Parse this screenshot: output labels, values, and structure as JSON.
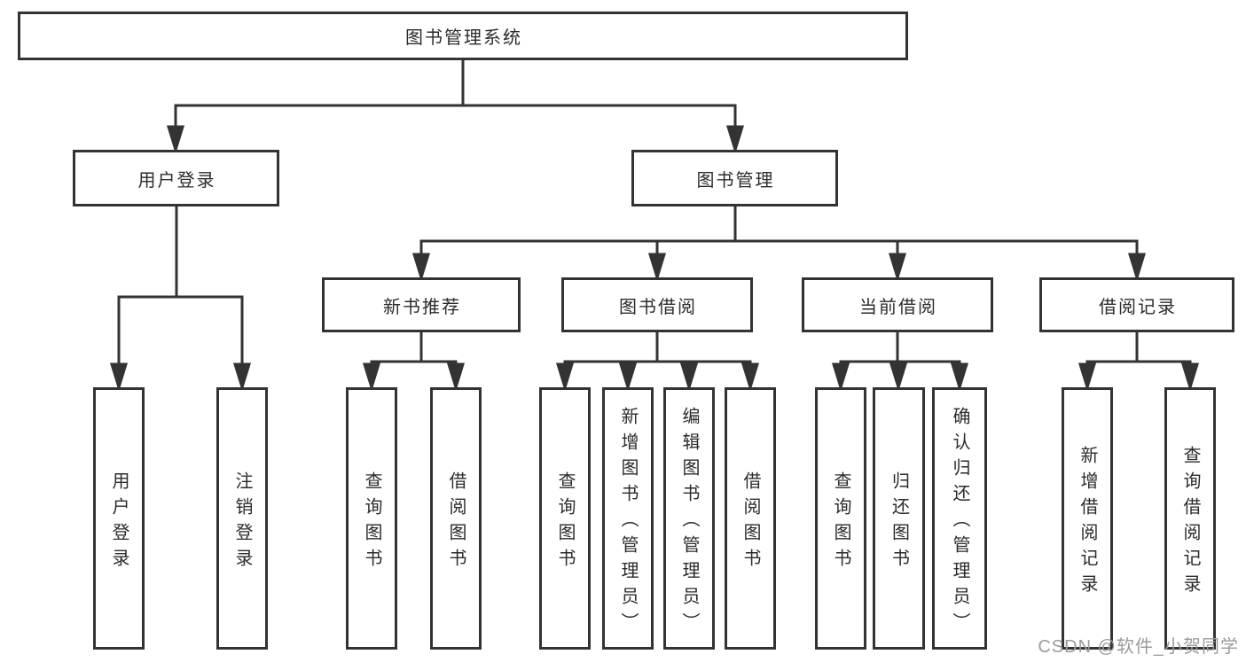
{
  "colors": {
    "line": "#333333",
    "box_border": "#333333",
    "text": "#2b2b2b",
    "background": "#ffffff",
    "watermark": "#9b9b9b"
  },
  "tree": {
    "root": {
      "label": "图书管理系统"
    },
    "children": [
      {
        "label": "用户登录",
        "children": [
          {
            "label": "用户登录"
          },
          {
            "label": "注销登录"
          }
        ]
      },
      {
        "label": "图书管理",
        "children": [
          {
            "label": "新书推荐",
            "children": [
              {
                "label": "查询图书"
              },
              {
                "label": "借阅图书"
              }
            ]
          },
          {
            "label": "图书借阅",
            "children": [
              {
                "label": "查询图书"
              },
              {
                "label": "新增图书（管理员）"
              },
              {
                "label": "编辑图书（管理员）"
              },
              {
                "label": "借阅图书"
              }
            ]
          },
          {
            "label": "当前借阅",
            "children": [
              {
                "label": "查询图书"
              },
              {
                "label": "归还图书"
              },
              {
                "label": "确认归还（管理员）"
              }
            ]
          },
          {
            "label": "借阅记录",
            "children": [
              {
                "label": "新增借阅记录"
              },
              {
                "label": "查询借阅记录"
              }
            ]
          }
        ]
      }
    ]
  },
  "watermark": "CSDN @软件_小贺同学"
}
